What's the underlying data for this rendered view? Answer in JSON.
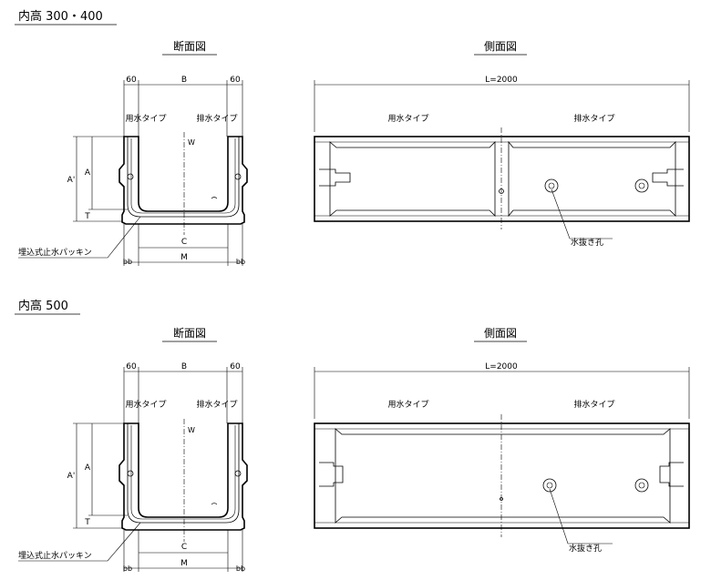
{
  "sections": [
    {
      "header": "内高 300・400",
      "cross_section": {
        "title": "断面図",
        "dim_left": "60",
        "dim_b": "B",
        "dim_right": "60",
        "label_left_type": "用水タイプ",
        "label_right_type": "排水タイプ",
        "label_w": "W",
        "label_a_prime": "A'",
        "label_a": "A",
        "label_t": "T",
        "label_c": "C",
        "label_m": "M",
        "label_b_left": "bb",
        "label_b_right": "bb",
        "packing_label": "埋込式止水パッキン"
      },
      "side_view": {
        "title": "側面図",
        "length": "L=2000",
        "left_type": "用水タイプ",
        "right_type": "排水タイプ",
        "drain_label": "水抜き孔"
      }
    },
    {
      "header": "内高 500",
      "cross_section": {
        "title": "断面図",
        "dim_left": "60",
        "dim_b": "B",
        "dim_right": "60",
        "label_left_type": "用水タイプ",
        "label_right_type": "排水タイプ",
        "label_w": "W",
        "label_a_prime": "A'",
        "label_a": "A",
        "label_t": "T",
        "label_c": "C",
        "label_m": "M",
        "label_b_left": "bb",
        "label_b_right": "bb",
        "packing_label": "埋込式止水パッキン"
      },
      "side_view": {
        "title": "側面図",
        "length": "L=2000",
        "left_type": "用水タイプ",
        "right_type": "排水タイプ",
        "drain_label": "水抜き孔"
      }
    }
  ]
}
